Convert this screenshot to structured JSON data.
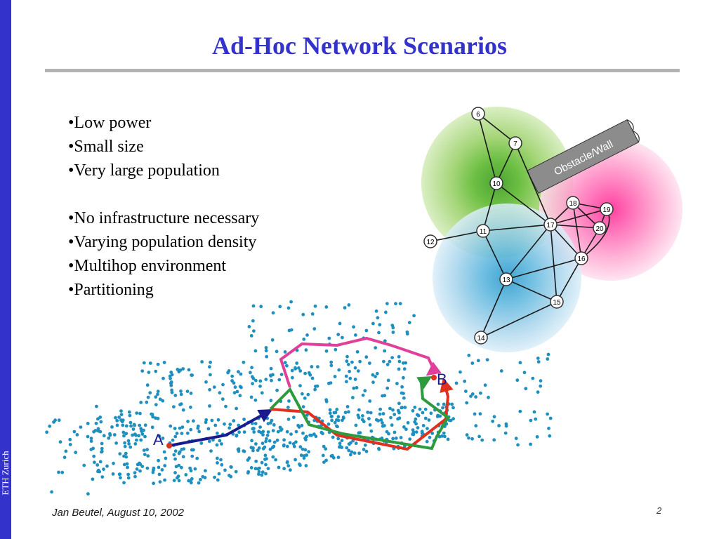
{
  "slide": {
    "title": "Ad-Hoc Network Scenarios",
    "sidebar_label": "ETH Zurich",
    "bullets_group1": [
      "•Low power",
      "•Small size",
      "•Very large population"
    ],
    "bullets_group2": [
      "•No infrastructure necessary",
      "•Varying population density",
      "•Multihop environment",
      "•Partitioning"
    ],
    "footer_author": "Jan Beutel, August 10, 2002",
    "page_number": "2"
  },
  "topology": {
    "obstacle_label": "Obstacle/Wall",
    "node_labels": [
      "6",
      "7",
      "10",
      "11",
      "12",
      "13",
      "14",
      "15",
      "16",
      "17",
      "18",
      "19",
      "20"
    ],
    "colors": {
      "green": "#5cb82e",
      "pink": "#ff3399",
      "blue": "#3aa6d6",
      "obstacle": "#8c8c8c"
    }
  },
  "route_figure": {
    "label_a": "A",
    "label_b": "B",
    "colors": {
      "dots": "#1e8fbf",
      "path_navy": "#1a1a8c",
      "path_red": "#e03020",
      "path_green": "#2e9a3e",
      "path_pink": "#e0409a"
    }
  }
}
